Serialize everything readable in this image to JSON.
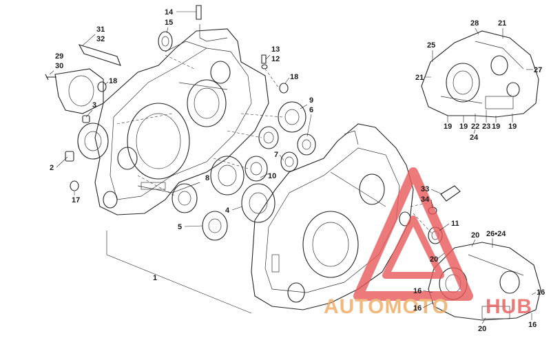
{
  "callouts": [
    {
      "id": "c1",
      "text": "1"
    },
    {
      "id": "c2",
      "text": "2"
    },
    {
      "id": "c3",
      "text": "3"
    },
    {
      "id": "c4",
      "text": "4"
    },
    {
      "id": "c5",
      "text": "5"
    },
    {
      "id": "c6",
      "text": "6"
    },
    {
      "id": "c7",
      "text": "7"
    },
    {
      "id": "c8",
      "text": "8"
    },
    {
      "id": "c9",
      "text": "9"
    },
    {
      "id": "c10",
      "text": "10"
    },
    {
      "id": "c11",
      "text": "11"
    },
    {
      "id": "c12",
      "text": "12"
    },
    {
      "id": "c13",
      "text": "13"
    },
    {
      "id": "c14",
      "text": "14"
    },
    {
      "id": "c15",
      "text": "15"
    },
    {
      "id": "c16a",
      "text": "16"
    },
    {
      "id": "c16b",
      "text": "16"
    },
    {
      "id": "c16c",
      "text": "16"
    },
    {
      "id": "c16d",
      "text": "16"
    },
    {
      "id": "c17",
      "text": "17"
    },
    {
      "id": "c18a",
      "text": "18"
    },
    {
      "id": "c18b",
      "text": "18"
    },
    {
      "id": "c19a",
      "text": "19"
    },
    {
      "id": "c19b",
      "text": "19"
    },
    {
      "id": "c19c",
      "text": "19"
    },
    {
      "id": "c19d",
      "text": "19"
    },
    {
      "id": "c20a",
      "text": "20"
    },
    {
      "id": "c20b",
      "text": "20"
    },
    {
      "id": "c20c",
      "text": "20"
    },
    {
      "id": "c21a",
      "text": "21"
    },
    {
      "id": "c21b",
      "text": "21"
    },
    {
      "id": "c22",
      "text": "22"
    },
    {
      "id": "c23",
      "text": "23"
    },
    {
      "id": "c24",
      "text": "24"
    },
    {
      "id": "c25",
      "text": "25"
    },
    {
      "id": "c2624",
      "text": "26•24"
    },
    {
      "id": "c27",
      "text": "27"
    },
    {
      "id": "c28",
      "text": "28"
    },
    {
      "id": "c29",
      "text": "29"
    },
    {
      "id": "c30",
      "text": "30"
    },
    {
      "id": "c31",
      "text": "31"
    },
    {
      "id": "c32",
      "text": "32"
    },
    {
      "id": "c33",
      "text": "33"
    },
    {
      "id": "c34",
      "text": "34"
    }
  ],
  "watermark": {
    "part1": "AUTOMOTO",
    "part2": "HUB",
    "color_red": "#e85a5a",
    "color_orange": "#f0a860"
  }
}
